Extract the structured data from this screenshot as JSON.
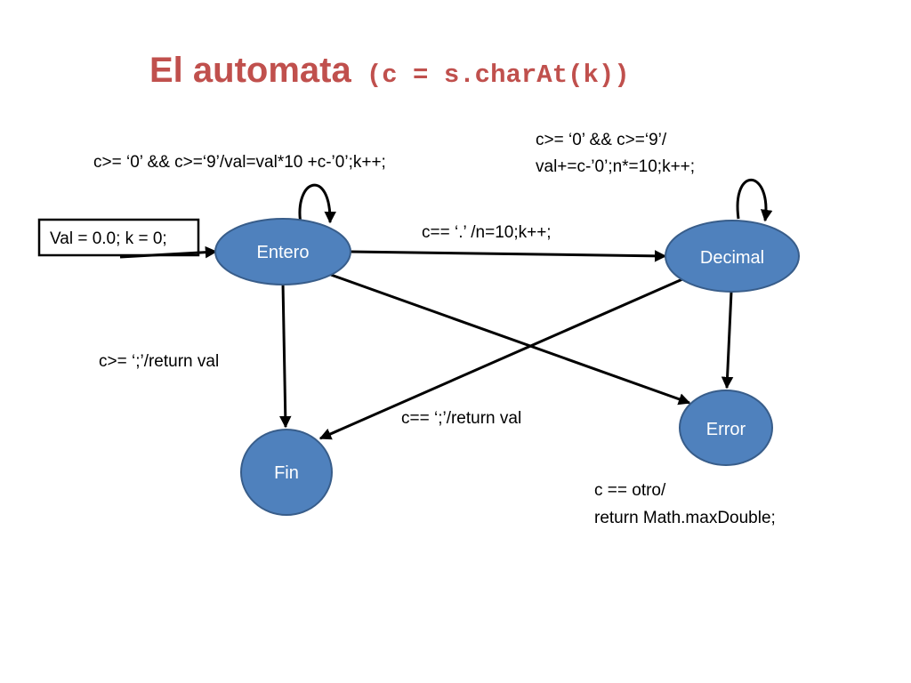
{
  "colors": {
    "title": "#c0504d",
    "node_fill": "#4f81bd",
    "node_stroke": "#385d8a",
    "node_text": "#ffffff",
    "edge": "#000000"
  },
  "title": {
    "main": "El automata ",
    "code": "(c = s.charAt(k))"
  },
  "init_box": {
    "label": "Val = 0.0; k = 0;"
  },
  "nodes": {
    "entero": "Entero",
    "decimal": "Decimal",
    "fin": "Fin",
    "error": "Error"
  },
  "edges": {
    "entero_loop": "c>= ‘0’ && c>=‘9’/val=val*10 +c-’0’;k++;",
    "decimal_loop_1": "c>= ‘0’ && c>=‘9’/",
    "decimal_loop_2": "val+=c-’0’;n*=10;k++;",
    "entero_decimal": "c== ‘.’ /n=10;k++;",
    "entero_fin": "c>= ‘;’/return val",
    "decimal_fin": "c== ‘;’/return val",
    "error_1": "c == otro/",
    "error_2": "return Math.maxDouble;"
  }
}
